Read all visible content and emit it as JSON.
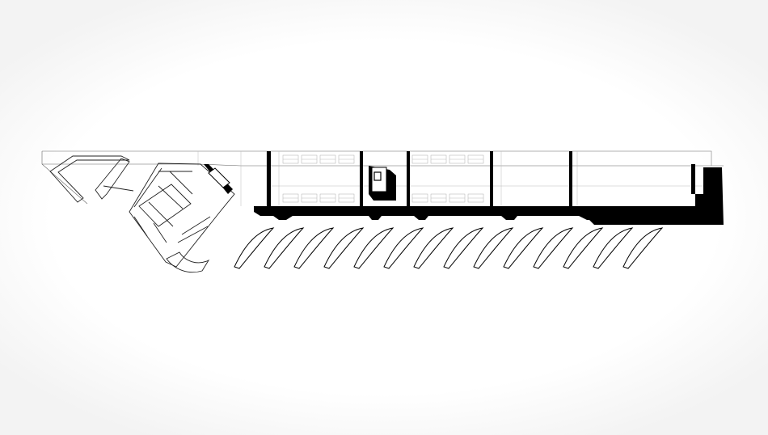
{
  "image": {
    "kind": "architectural floor plan",
    "colors": {
      "background": "#ffffff",
      "poche": "#000000",
      "linework": "#222222",
      "hairline": "#bbbbbb"
    },
    "bench_count": 14,
    "bay_count": 6
  }
}
